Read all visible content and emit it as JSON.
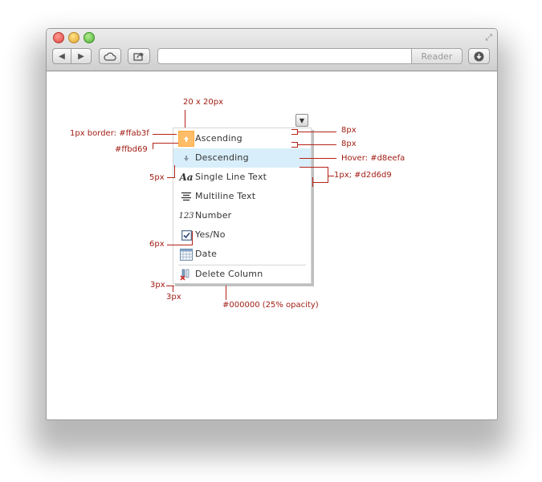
{
  "browser": {
    "reader_label": "Reader",
    "address_value": ""
  },
  "menu": {
    "items": [
      {
        "label": "Ascending",
        "icon": "arrow-up-icon"
      },
      {
        "label": "Descending",
        "icon": "arrow-down-icon"
      },
      {
        "label": "Single Line Text",
        "icon": "text-aa-icon",
        "glyph": "Aa"
      },
      {
        "label": "Multiline Text",
        "icon": "multiline-icon"
      },
      {
        "label": "Number",
        "icon": "number-icon",
        "glyph": "123"
      },
      {
        "label": "Yes/No",
        "icon": "checkbox-icon"
      },
      {
        "label": "Date",
        "icon": "calendar-icon"
      },
      {
        "label": "Delete Column",
        "icon": "delete-column-icon"
      }
    ]
  },
  "annotations": {
    "icon_size": "20 x 20px",
    "border": "1px border: #ffab3f",
    "fill": "#ffbd69",
    "pad_5": "5px",
    "pad_6": "6px",
    "pad_3a": "3px",
    "pad_3b": "3px",
    "shadow": "#000000 (25% opacity)",
    "row_8a": "8px",
    "row_8b": "8px",
    "hover": "Hover: #d8eefa",
    "separator": "1px; #d2d6d9"
  },
  "colors": {
    "highlight_border": "#ffab3f",
    "highlight_fill": "#ffbd69",
    "hover": "#d8eefa",
    "divider": "#d2d6d9",
    "annotation": "#a11d14"
  }
}
